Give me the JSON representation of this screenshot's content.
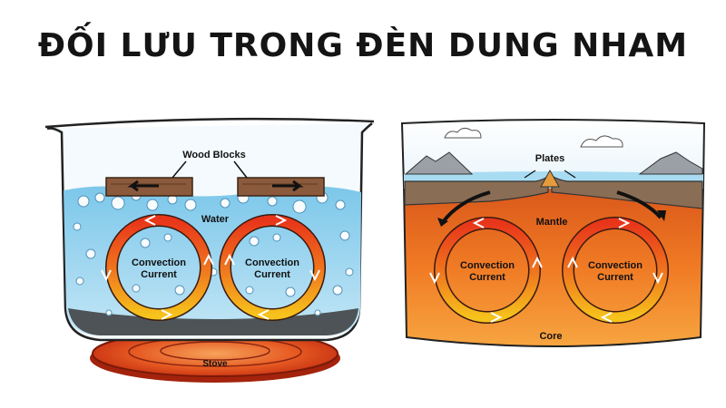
{
  "title": "ĐỐI LƯU TRONG ĐÈN DUNG NHAM",
  "beaker": {
    "wood_blocks_label": "Wood Blocks",
    "water_label": "Water",
    "stove_label": "Stove",
    "current_left": [
      "Convection",
      "Current"
    ],
    "current_right": [
      "Convection",
      "Current"
    ]
  },
  "earth": {
    "plates_label": "Plates",
    "mantle_label": "Mantle",
    "core_label": "Core",
    "current_left": [
      "Convection",
      "Current"
    ],
    "current_right": [
      "Convection",
      "Current"
    ]
  },
  "colors": {
    "water": "#9ed4ee",
    "mantle": "#f07a24",
    "stove": "#e4481c",
    "arrow_hot": "#e8351a",
    "arrow_cool": "#f2b21d"
  }
}
